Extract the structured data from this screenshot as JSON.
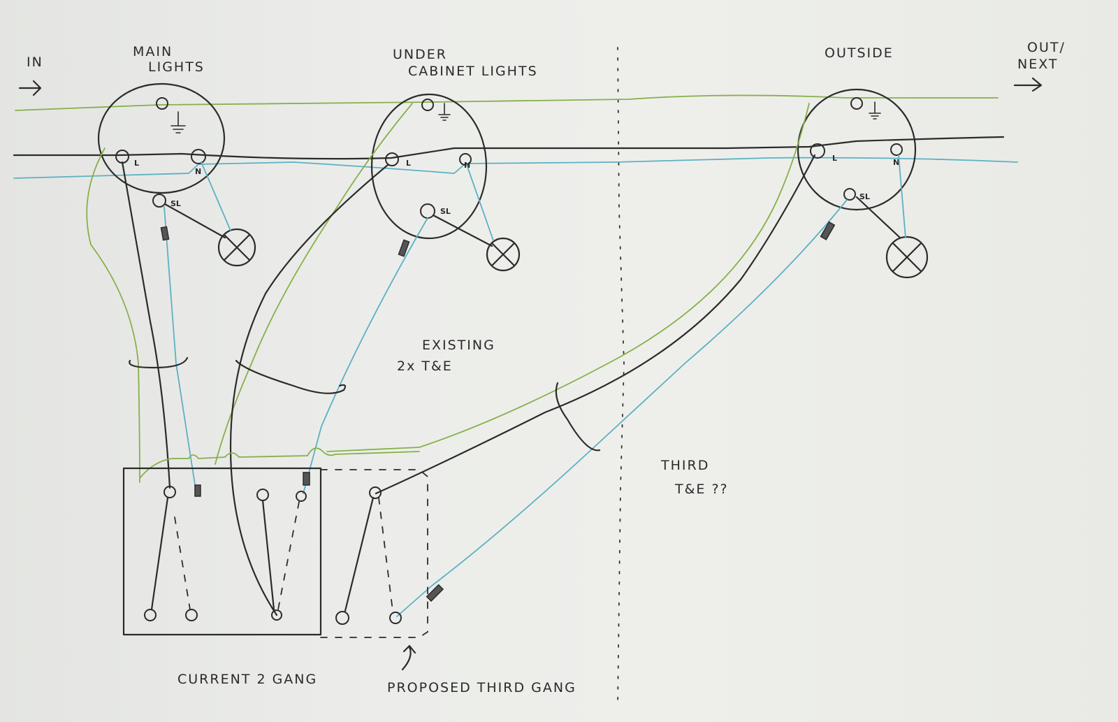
{
  "labels": {
    "in": "IN",
    "out_next_1": "OUT/",
    "out_next_2": "NEXT",
    "main_lights_1": "MAIN",
    "main_lights_2": "LIGHTS",
    "under_cabinet_1": "UNDER",
    "under_cabinet_2": "CABINET LIGHTS",
    "outside": "OUTSIDE",
    "existing_1": "EXISTING",
    "existing_2": "2x T&E",
    "third_1": "THIRD",
    "third_2": "T&E ??",
    "current_2_gang": "CURRENT 2 GANG",
    "proposed_third_gang": "PROPOSED THIRD GANG"
  },
  "terminals": {
    "live": "L",
    "neutral": "N",
    "switched_live": "SL"
  },
  "arrows": {
    "in_arrow": "→",
    "out_arrow": "→"
  },
  "colors": {
    "paper": "#eceeea",
    "ink": "#2b2b2b",
    "earth_green": "#86b04a",
    "neutral_blue": "#5db0c4"
  }
}
